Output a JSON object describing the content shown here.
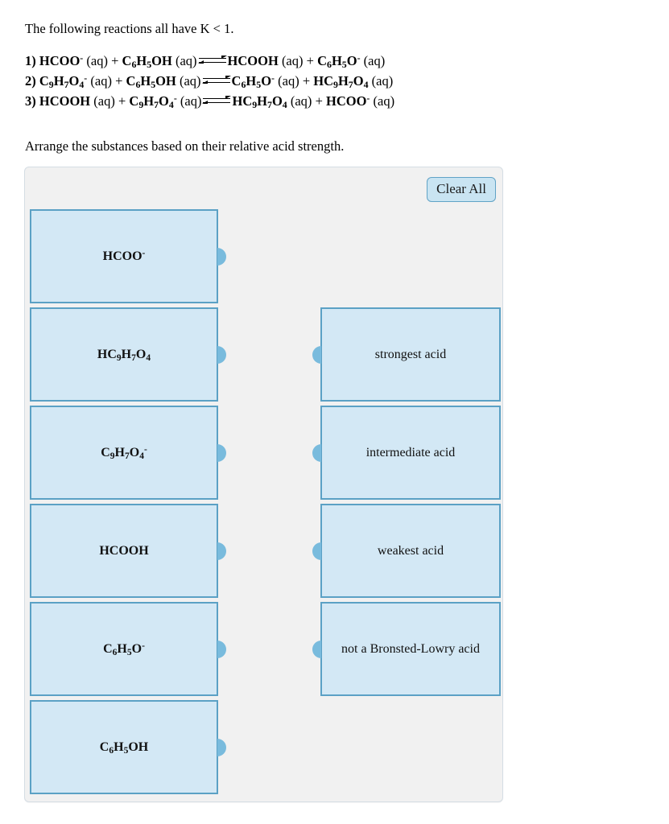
{
  "intro": "The following reactions all have K < 1.",
  "instruction": "Arrange the substances based on their relative acid strength.",
  "reactions": [
    {
      "number": "1)",
      "text": "HCOO⁻ (aq) + C6H5OH (aq) ⇌ HCOOH (aq) + C6H5O⁻ (aq)"
    },
    {
      "number": "2)",
      "text": "C9H7O4⁻ (aq) + C6H5OH (aq) ⇌ C6H5O⁻ (aq) + HC9H7O4 (aq)"
    },
    {
      "number": "3)",
      "text": "HCOOH (aq) + C9H7O4⁻ (aq) ⇌ HC9H7O4 (aq) + HCOO⁻ (aq)"
    }
  ],
  "panel": {
    "clear_all_label": "Clear All",
    "source_tiles": [
      {
        "id": "hcoo-minus",
        "text": "HCOO⁻"
      },
      {
        "id": "hc9h7o4",
        "text": "HC9H7O4"
      },
      {
        "id": "c9h7o4-minus",
        "text": "C9H7O4⁻"
      },
      {
        "id": "hcooh",
        "text": "HCOOH"
      },
      {
        "id": "c6h5o-minus",
        "text": "C6H5O⁻"
      },
      {
        "id": "c6h5oh",
        "text": "C6H5OH"
      }
    ],
    "target_tiles": [
      {
        "id": "strongest",
        "label": "strongest acid"
      },
      {
        "id": "intermediate",
        "label": "intermediate acid"
      },
      {
        "id": "weakest",
        "label": "weakest acid"
      },
      {
        "id": "not-bronsted",
        "label": "not a Bronsted-Lowry acid"
      }
    ]
  },
  "colors": {
    "tile_fill": "#d3e8f5",
    "tile_border": "#5ba1c5",
    "nub": "#79bbdd",
    "panel_bg": "#f1f1f1",
    "button_fill": "#c9e4f2"
  }
}
